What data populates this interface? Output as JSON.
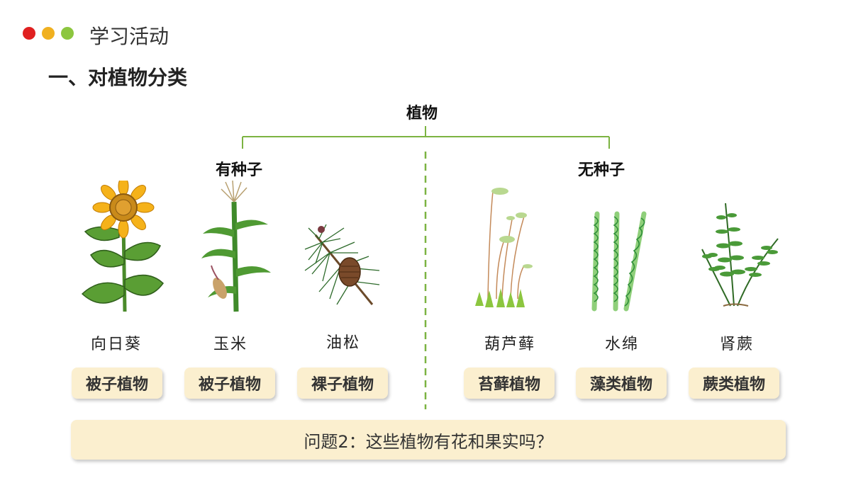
{
  "header": {
    "section_label": "学习活动",
    "dot_colors": [
      "#e02020",
      "#f0b020",
      "#8cc63f"
    ]
  },
  "main_heading": "一、对植物分类",
  "tree": {
    "root": "植物",
    "left_branch": "有种子",
    "right_branch": "无种子",
    "line_color": "#7cb342"
  },
  "plants": [
    {
      "name": "向日葵",
      "icon": "sunflower-icon",
      "category": "被子植物"
    },
    {
      "name": "玉米",
      "icon": "corn-icon",
      "category": "被子植物"
    },
    {
      "name": "油松",
      "icon": "pine-icon",
      "category": "裸子植物"
    },
    {
      "name": "葫芦藓",
      "icon": "moss-icon",
      "category": "苔藓植物"
    },
    {
      "name": "水绵",
      "icon": "spirogyra-icon",
      "category": "藻类植物"
    },
    {
      "name": "肾蕨",
      "icon": "fern-icon",
      "category": "蕨类植物"
    }
  ],
  "question": "问题2：这些植物有花和果实吗？",
  "colors": {
    "tag_bg": "#fbefcf"
  }
}
